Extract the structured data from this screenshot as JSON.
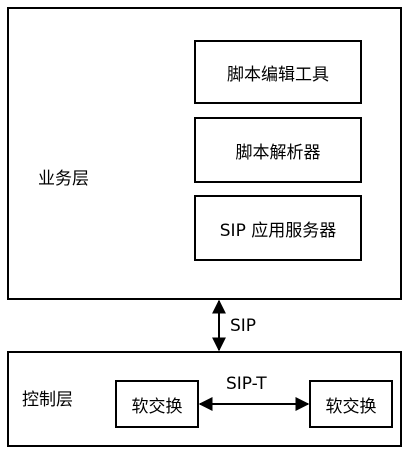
{
  "business_layer": {
    "label": "业务层",
    "components": [
      "脚本编辑工具",
      "脚本解析器",
      "SIP 应用服务器"
    ]
  },
  "inter_layer_link": {
    "label": "SIP"
  },
  "control_layer": {
    "label": "控制层",
    "nodes": [
      "软交换",
      "软交换"
    ],
    "link_label": "SIP-T"
  }
}
